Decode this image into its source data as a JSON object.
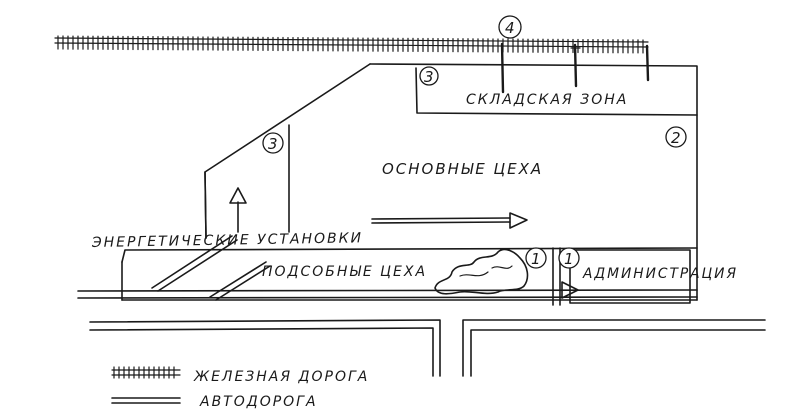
{
  "zones": {
    "warehouse": "СКЛАДСКАЯ ЗОНА",
    "main_shops": "ОСНОВНЫЕ ЦЕХА",
    "energy": "ЭНЕРГЕТИЧЕСКИЕ УСТАНОВКИ",
    "auxiliary": "ПОДСОБНЫЕ ЦЕХА",
    "administration": "АДМИНИСТРАЦИЯ"
  },
  "markers": {
    "railway_entry": "4",
    "warehouse_corner": "3",
    "main_left": "3",
    "main_right": "2",
    "auxiliary_end": "1",
    "administration_start": "1"
  },
  "legend": {
    "railway": "ЖЕЛЕЗНАЯ ДОРОГА",
    "road": "АВТОДОРОГА"
  }
}
